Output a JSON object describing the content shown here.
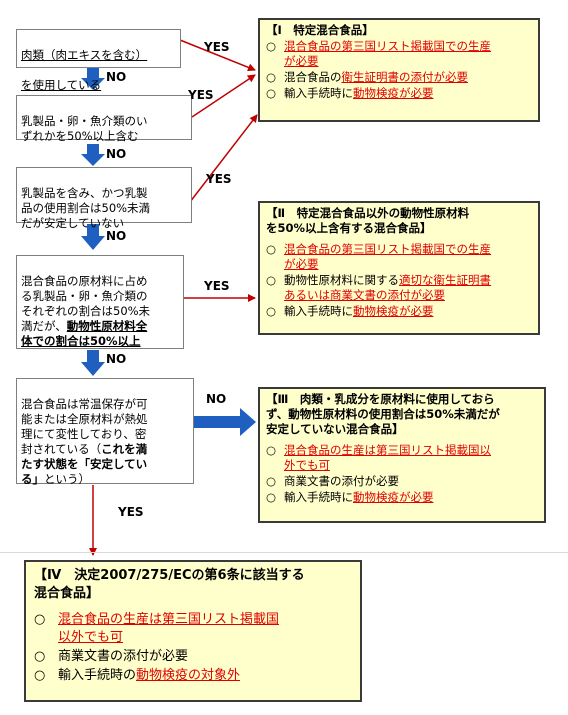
{
  "questions": [
    {
      "line1": "肉類（肉エキスを含む）",
      "line2": "を使用している"
    },
    {
      "text": "乳製品・卵・魚介類のい\nずれかを50%以上含む"
    },
    {
      "text": "乳製品を含み、かつ乳製\n品の使用割合は50%未満\nだが安定していない"
    },
    {
      "pre": "混合食品の原材料に占め\nる乳製品・卵・魚介類の\nそれぞれの割合は50%未\n満だが、",
      "bold": "動物性原材料全\n体での割合は50%以上"
    },
    {
      "pre": "混合食品は常温保存が可\n能または全原材料が熱処\n理にて変性しており、密\n封されている（",
      "bold": "これを満\nたす状態を「安定してい\nる」",
      "post": "という）"
    }
  ],
  "labels": {
    "yes": "YES",
    "no": "NO"
  },
  "results": [
    {
      "title": "【Ⅰ　特定混合食品】",
      "items": [
        {
          "mark": "○",
          "red": "混合食品の第三国リスト掲載国での生産\nが必要"
        },
        {
          "mark": "○",
          "pre": "混合食品の",
          "red": "衛生証明書の添付が必要"
        },
        {
          "mark": "○",
          "pre": "輸入手続時に",
          "red": "動物検疫が必要"
        }
      ]
    },
    {
      "title": "【Ⅱ　特定混合食品以外の動物性原材料\nを50%以上含有する混合食品】",
      "items": [
        {
          "mark": "○",
          "red": "混合食品の第三国リスト掲載国での生産\nが必要"
        },
        {
          "mark": "○",
          "pre": "動物性原材料に関する",
          "red": "適切な衛生証明書\nあるいは商業文書の添付が必要"
        },
        {
          "mark": "○",
          "pre": "輸入手続時に",
          "red": "動物検疫が必要"
        }
      ]
    },
    {
      "title": "【Ⅲ　肉類・乳成分を原材料に使用しておら\nず、動物性原材料の使用割合は50%未満だが\n安定していない混合食品】",
      "items": [
        {
          "mark": "○",
          "red": "混合食品の生産は第三国リスト掲載国以\n外でも可"
        },
        {
          "mark": "○",
          "pre": "商業文書の添付が必要"
        },
        {
          "mark": "○",
          "pre": "輸入手続時に",
          "red": "動物検疫が必要"
        }
      ]
    },
    {
      "title": "【Ⅳ　決定2007/275/ECの第6条に該当する\n混合食品】",
      "items": [
        {
          "mark": "○",
          "red": "混合食品の生産は第三国リスト掲載国\n以外でも可"
        },
        {
          "mark": "○",
          "pre": "商業文書の添付が必要"
        },
        {
          "mark": "○",
          "pre": "輸入手続時の",
          "red": "動物検疫の対象外"
        }
      ]
    }
  ]
}
